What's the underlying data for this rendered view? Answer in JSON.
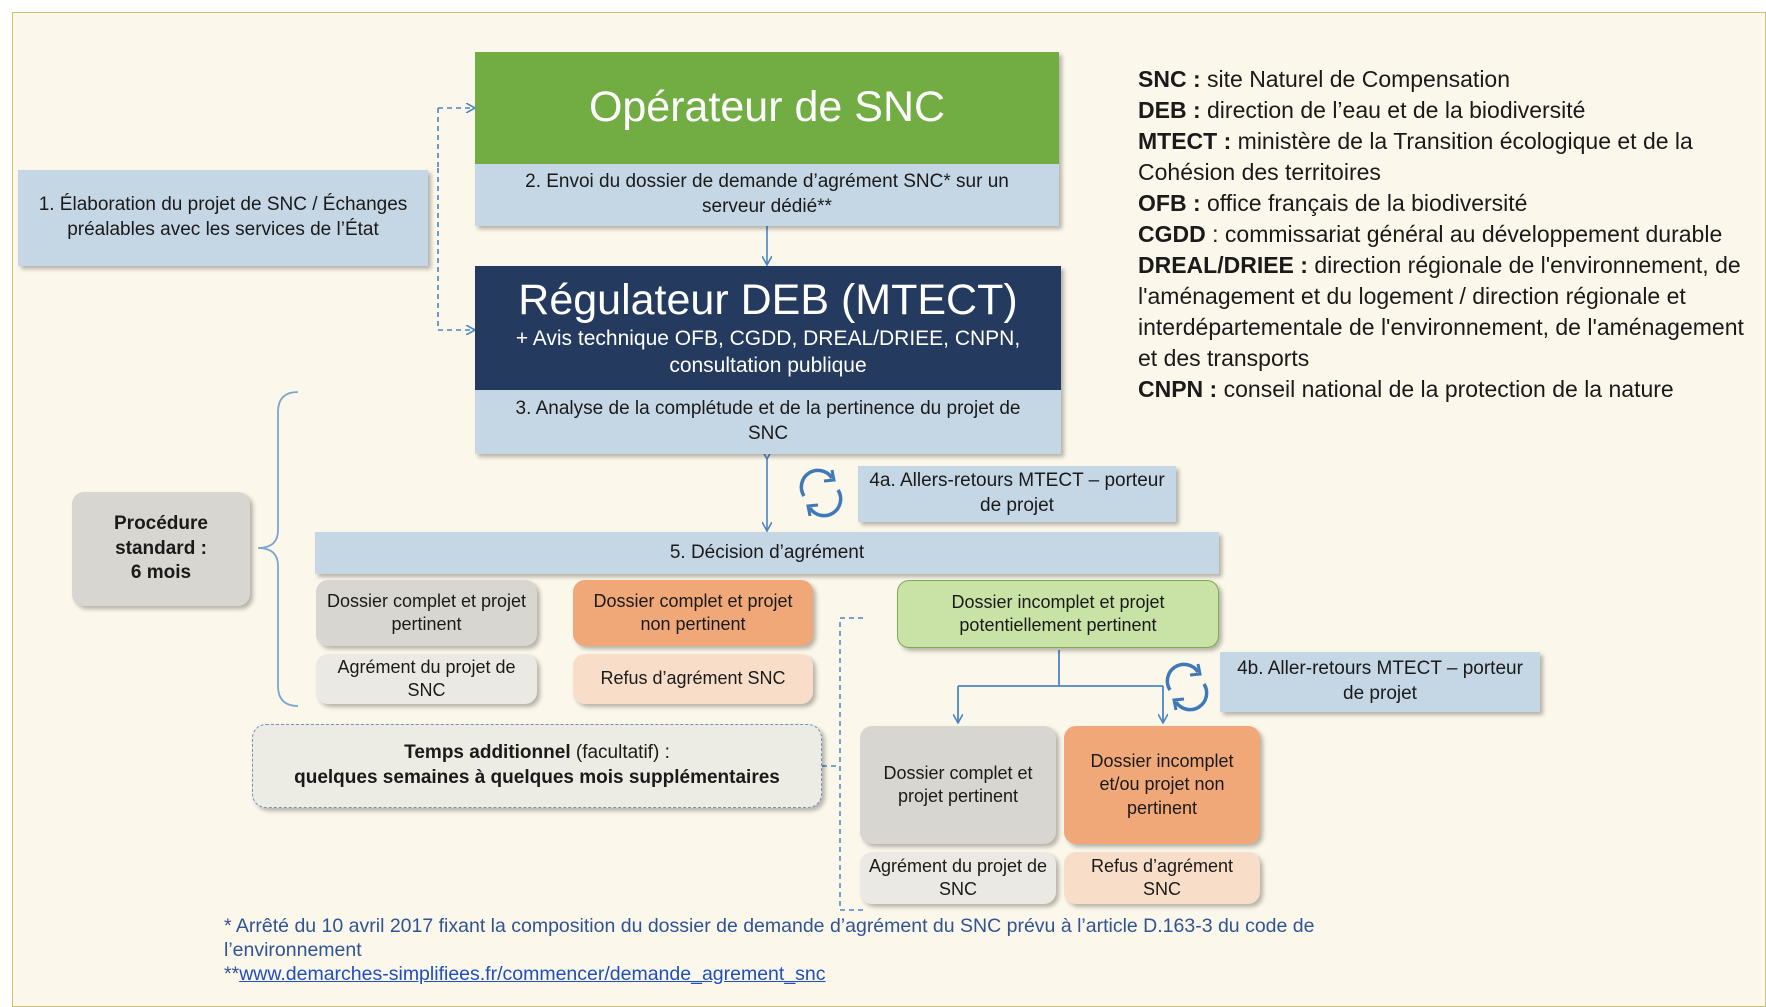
{
  "colors": {
    "operator_green": "#72ad43",
    "regulator_navy": "#243a5e",
    "light_blue": "#c5d7e5",
    "gray": "#d8d6d0",
    "orange": "#f0a878",
    "light_orange": "#f8dec8",
    "light_green": "#c9e2a6",
    "arrow_blue": "#4a86c5",
    "footnote_blue": "#2f5496"
  },
  "operator": {
    "title": "Opérateur de SNC",
    "step2": "2. Envoi du dossier de demande d’agrément SNC* sur un serveur dédié**"
  },
  "step1": "1. Élaboration du projet de SNC / Échanges préalables avec les services de l’État",
  "regulator": {
    "title": "Régulateur DEB (MTECT)",
    "subtitle": "+ Avis technique OFB, CGDD, DREAL/DRIEE, CNPN, consultation publique",
    "step3": "3. Analyse de la complétude  et de la pertinence du projet de SNC"
  },
  "procedure": {
    "line1": "Procédure",
    "line2": "standard :",
    "line3": "6 mois"
  },
  "step4a": "4a. Allers-retours MTECT – porteur de projet",
  "step4b": "4b. Aller-retours MTECT – porteur de projet",
  "step5": "5. Décision d’agrément",
  "outcomes": {
    "complete_relevant": "Dossier complet et projet pertinent",
    "agreement": "Agrément du projet de SNC",
    "complete_not_relevant": "Dossier complet et projet non pertinent",
    "refusal": "Refus d’agrément SNC",
    "incomplete_potential": "Dossier incomplet et projet potentiellement pertinent",
    "second_complete_relevant": "Dossier complet et projet pertinent",
    "second_agreement": "Agrément du projet de SNC",
    "second_incomplete": "Dossier incomplet et/ou projet non pertinent",
    "second_refusal": "Refus d’agrément SNC"
  },
  "additional_time": {
    "bold1": "Temps additionnel",
    "normal": " (facultatif) :",
    "bold2": "quelques semaines à quelques mois supplémentaires"
  },
  "legend": [
    {
      "abbr": "SNC :",
      "text": " site Naturel de Compensation"
    },
    {
      "abbr": "DEB :",
      "text": " direction de l’eau et de la biodiversité"
    },
    {
      "abbr": "MTECT :",
      "text": " ministère de la Transition écologique et de la Cohésion des territoires"
    },
    {
      "abbr": "OFB :",
      "text": " office français de la biodiversité"
    },
    {
      "abbr": "CGDD",
      "text": " : commissariat général au développement durable"
    },
    {
      "abbr": "DREAL/DRIEE :",
      "text": " direction régionale de l'environnement, de l'aménagement et du logement / direction régionale et interdépartementale de l'environnement, de l'aménagement et des transports"
    },
    {
      "abbr": "CNPN :",
      "text": " conseil national de la protection de la nature"
    }
  ],
  "footnote": {
    "line1": "* Arrêté du 10 avril 2017 fixant la composition du dossier de demande d’agrément du SNC prévu à l’article D.163-3 du code de l’environnement",
    "prefix2": "**",
    "link": "www.demarches-simplifiees.fr/commencer/demande_agrement_snc"
  },
  "icons": [
    "refresh-cycle-icon"
  ]
}
